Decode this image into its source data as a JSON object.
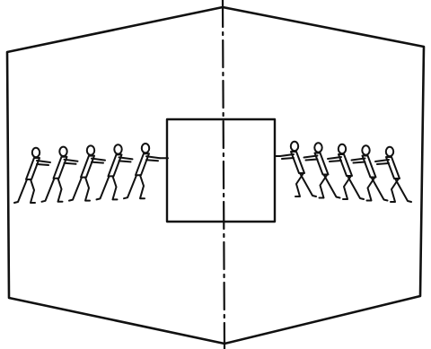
{
  "figure": {
    "ink_color": "#111111",
    "background_color": "#ffffff",
    "left_team": {
      "size": 5,
      "facing": "right"
    },
    "right_team": {
      "size": 5,
      "facing": "left"
    },
    "center_box": {
      "shape": "square"
    },
    "axis": {
      "style": "dash-dot",
      "orientation": "vertical"
    }
  }
}
